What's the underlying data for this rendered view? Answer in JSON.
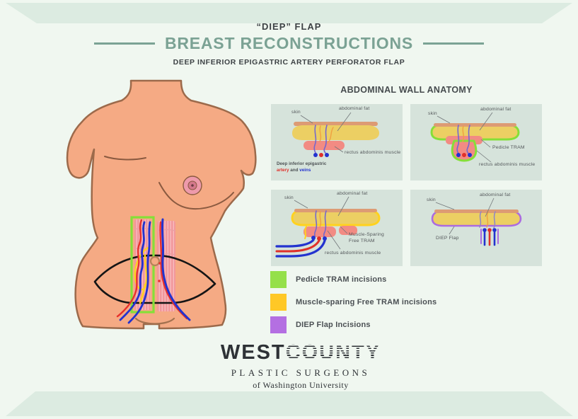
{
  "header": {
    "kicker": "“DIEP” FLAP",
    "title": "BREAST RECONSTRUCTIONS",
    "subtitle": "DEEP INFERIOR EPIGASTRIC ARTERY PERFORATOR FLAP"
  },
  "anatomy": {
    "heading": "ABDOMINAL WALL ANATOMY",
    "panel1": {
      "skin": "skin",
      "fat": "abdominal fat",
      "muscle": "rectus abdominis muscle",
      "caption_line1": "Deep inferior epigastric",
      "caption_artery": "artery",
      "caption_and": " and ",
      "caption_veins": "veins"
    },
    "panel2": {
      "skin": "skin",
      "fat": "abdominal fat",
      "tram": "Pedicle TRAM",
      "muscle": "rectus abdominis muscle"
    },
    "panel3": {
      "skin": "skin",
      "fat": "abdominal fat",
      "tram_line1": "Muscle-Sparing",
      "tram_line2": "Free TRAM",
      "muscle": "rectus abdominis muscle"
    },
    "panel4": {
      "skin": "skin",
      "fat": "abdominal fat",
      "flap": "DIEP Flap"
    }
  },
  "legend": {
    "items": [
      {
        "label": "Pedicle TRAM incisions",
        "color": "#95e04a"
      },
      {
        "label": "Muscle-sparing Free TRAM incisions",
        "color": "#ffc826"
      },
      {
        "label": "DIEP Flap Incisions",
        "color": "#b46fe2"
      }
    ]
  },
  "logo": {
    "west": "WEST",
    "county": "COUNTY",
    "line2": "PLASTIC SURGEONS",
    "line3": "of Washington University"
  },
  "colors": {
    "title_teal": "#7ba294",
    "artery_red": "#e8312b",
    "vein_blue": "#2333cf",
    "incision_green": "#85df38",
    "incision_yellow": "#ffd21e",
    "incision_purple": "#ab6be0"
  }
}
